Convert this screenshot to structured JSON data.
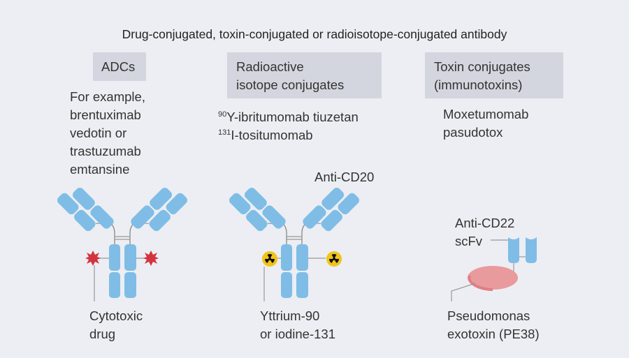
{
  "title": "Drug-conjugated, toxin-conjugated or radioisotope-conjugated antibody",
  "columns": [
    {
      "header": "ADCs",
      "description": "For example,\nbrentuximab\nvedotin or\ntrastuzumab\nemtansine",
      "label": "Cytotoxic\ndrug"
    },
    {
      "header": "Radioactive\nisotope conjugates",
      "examples": [
        {
          "sup": "90",
          "text": "Y-ibritumomab tiuzetan"
        },
        {
          "sup": "131",
          "text": "I-tositumomab"
        }
      ],
      "target_label": "Anti-CD20",
      "label": "Yttrium-90\nor iodine-131"
    },
    {
      "header": "Toxin conjugates\n(immunotoxins)",
      "description": "Moxetumomab\npasudotox",
      "target_label": "Anti-CD22\nscFv",
      "label": "Pseudomonas\nexotoxin (PE38)"
    }
  ],
  "colors": {
    "antibody": "#7fbde6",
    "antibody_dark": "#5ea7d8",
    "drug": "#d3333f",
    "toxin": "#e98f92",
    "radio": "#f0c419",
    "box": "#d3d6de"
  }
}
